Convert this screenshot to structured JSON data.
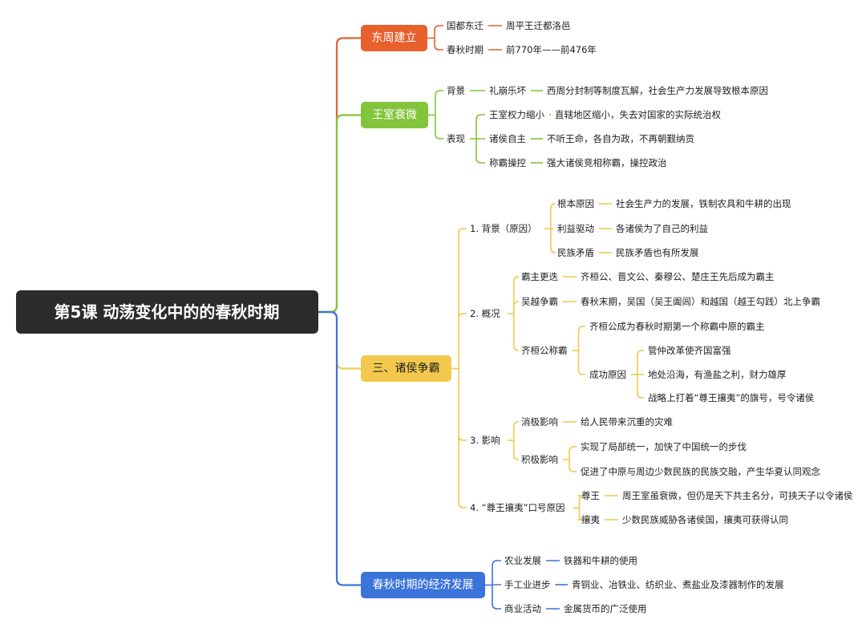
{
  "colors": {
    "background": "#ffffff",
    "root_bg": "#2b2b2b",
    "root_text": "#ffffff",
    "branch1": "#e8602c",
    "branch2": "#82c43c",
    "branch3": "#f2c94c",
    "branch4": "#3b73d9"
  },
  "root": {
    "label": "第5课 动荡变化中的的春秋时期"
  },
  "branches": [
    {
      "label": "东周建立",
      "children": [
        {
          "label": "国都东迁",
          "children": [
            {
              "label": "周平王迁都洛邑"
            }
          ]
        },
        {
          "label": "春秋时期",
          "children": [
            {
              "label": "前770年——前476年"
            }
          ]
        }
      ]
    },
    {
      "label": "王室衰微",
      "children": [
        {
          "label": "背景",
          "children": [
            {
              "label": "礼崩乐坏",
              "children": [
                {
                  "label": "西周分封制等制度瓦解，社会生产力发展导致根本原因"
                }
              ]
            }
          ]
        },
        {
          "label": "表现",
          "children": [
            {
              "label": "王室权力缩小",
              "children": [
                {
                  "label": "直辖地区缩小，失去对国家的实际统治权"
                }
              ]
            },
            {
              "label": "诸侯自主",
              "children": [
                {
                  "label": "不听王命，各自为政，不再朝觐纳贡"
                }
              ]
            },
            {
              "label": "称霸操控",
              "children": [
                {
                  "label": "强大诸侯竞相称霸，操控政治"
                }
              ]
            }
          ]
        }
      ]
    },
    {
      "label": "三、诸侯争霸",
      "children": [
        {
          "label": "1. 背景（原因）",
          "children": [
            {
              "label": "根本原因",
              "children": [
                {
                  "label": "社会生产力的发展，铁制农具和牛耕的出现"
                }
              ]
            },
            {
              "label": "利益驱动",
              "children": [
                {
                  "label": "各诸侯为了自己的利益"
                }
              ]
            },
            {
              "label": "民族矛盾",
              "children": [
                {
                  "label": "民族矛盾也有所发展"
                }
              ]
            }
          ]
        },
        {
          "label": "2. 概况",
          "children": [
            {
              "label": "霸主更迭",
              "children": [
                {
                  "label": "齐桓公、晋文公、秦穆公、楚庄王先后成为霸主"
                }
              ]
            },
            {
              "label": "吴越争霸",
              "children": [
                {
                  "label": "春秋末期，吴国（吴王阖闾）和越国（越王勾践）北上争霸"
                }
              ]
            },
            {
              "label": "齐桓公称霸",
              "children": [
                {
                  "label": "齐桓公成为春秋时期第一个称霸中原的霸主"
                },
                {
                  "label": "成功原因",
                  "children": [
                    {
                      "label": "管仲改革使齐国富强"
                    },
                    {
                      "label": "地处沿海，有渔盐之利，财力雄厚"
                    },
                    {
                      "label": "战略上打着“尊王攘夷”的旗号，号令诸侯"
                    }
                  ]
                }
              ]
            }
          ]
        },
        {
          "label": "3. 影响",
          "children": [
            {
              "label": "消极影响",
              "children": [
                {
                  "label": "给人民带来沉重的灾难"
                }
              ]
            },
            {
              "label": "积极影响",
              "children": [
                {
                  "label": "实现了局部统一，加快了中国统一的步伐"
                },
                {
                  "label": "促进了中原与周边少数民族的民族交融，产生华夏认同观念"
                }
              ]
            }
          ]
        },
        {
          "label": "4. “尊王攘夷”口号原因",
          "children": [
            {
              "label": "尊王",
              "children": [
                {
                  "label": "周王室虽衰微，但仍是天下共主名分，可挟天子以令诸侯"
                }
              ]
            },
            {
              "label": "攘夷",
              "children": [
                {
                  "label": "少数民族威胁各诸侯国，攘夷可获得认同"
                }
              ]
            }
          ]
        }
      ]
    },
    {
      "label": "春秋时期的经济发展",
      "children": [
        {
          "label": "农业发展",
          "children": [
            {
              "label": "铁器和牛耕的使用"
            }
          ]
        },
        {
          "label": "手工业进步",
          "children": [
            {
              "label": "青铜业、冶铁业、纺织业、煮盐业及漆器制作的发展"
            }
          ]
        },
        {
          "label": "商业活动",
          "children": [
            {
              "label": "金属货币的广泛使用"
            }
          ]
        }
      ]
    }
  ]
}
